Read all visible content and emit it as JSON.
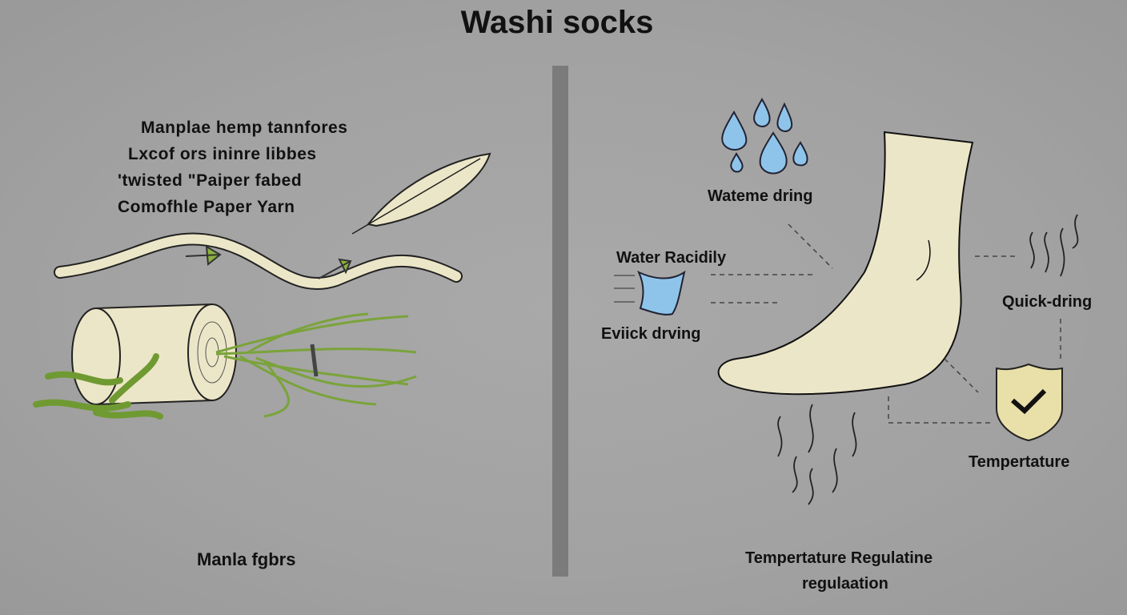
{
  "title": "Washi socks",
  "left": {
    "intro_lines": [
      "Manplae hemp tannfores",
      "Lxcof ors ininre libbes",
      "'twisted \"Paiper fabed",
      "Comofhle Paper Yarn"
    ],
    "caption": "Manla fgbrs"
  },
  "right": {
    "labels": {
      "water_drops": "Wateme dring",
      "water_rapidly": "Water Racidily",
      "wick_drying": "Eviick drving",
      "quick_drying": "Quick-dring",
      "temperature": "Tempertature"
    },
    "caption_lines": [
      "Tempertature Regulatine",
      "regulaation"
    ]
  },
  "colors": {
    "background": "#a3a3a3",
    "divider": "#7b7b7b",
    "fiber_green": "#7aa33a",
    "paper": "#ece6c8",
    "water": "#8fc4ea"
  }
}
